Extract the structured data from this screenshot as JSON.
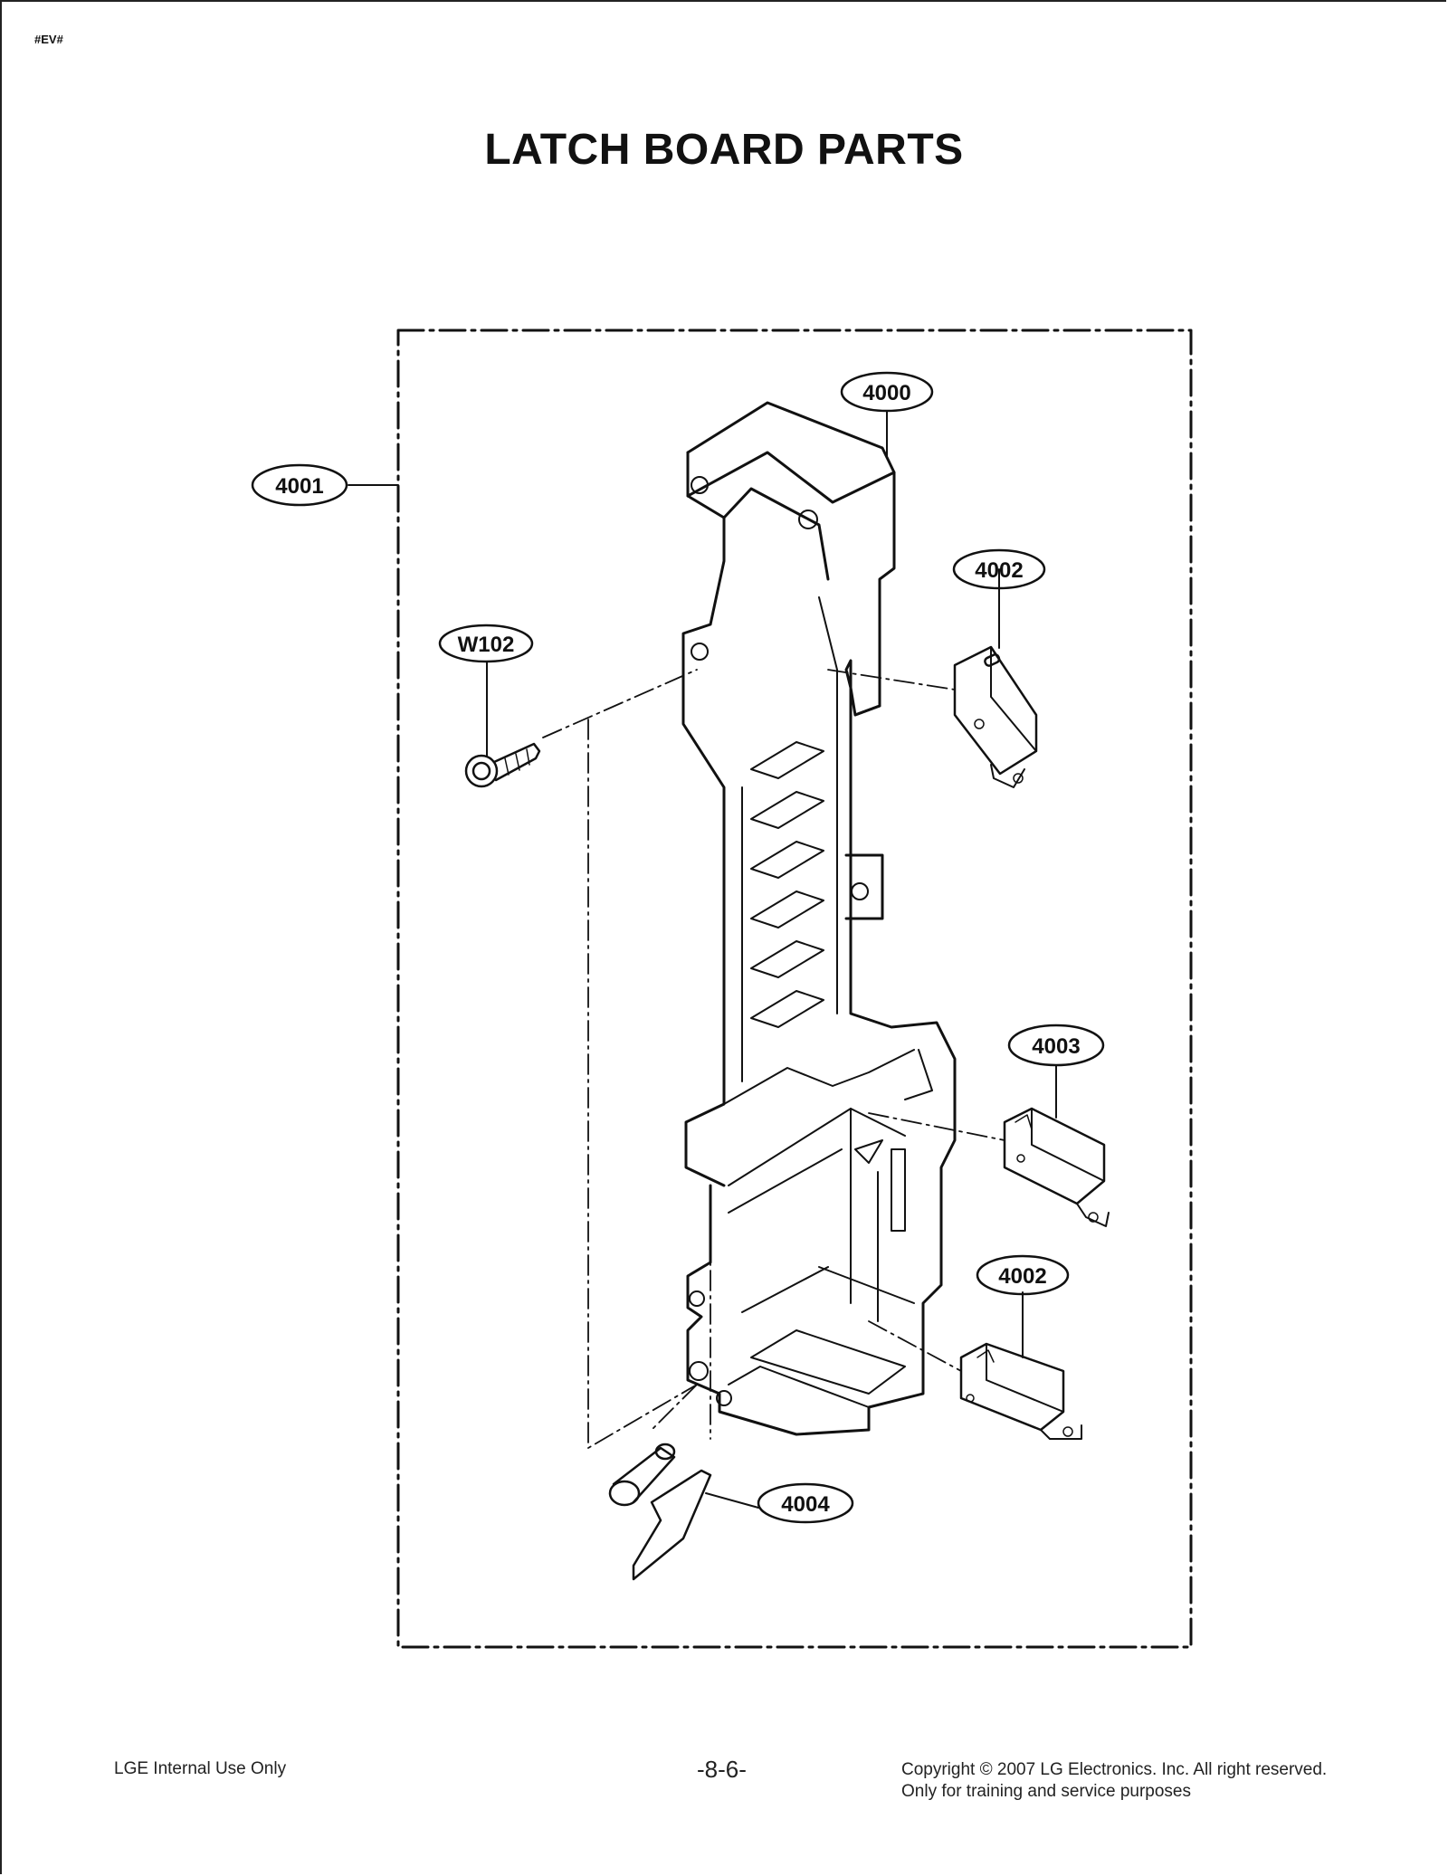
{
  "header": {
    "doc_code": "#EV#",
    "title": "LATCH BOARD PARTS"
  },
  "callouts": {
    "c4000": "4000",
    "c4001": "4001",
    "c4002_top": "4002",
    "w102": "W102",
    "c4003": "4003",
    "c4002_bottom": "4002",
    "c4004": "4004"
  },
  "footer": {
    "left": "LGE Internal Use Only",
    "center": "-8-6-",
    "right_line1": "Copyright © 2007 LG Electronics. Inc. All right reserved.",
    "right_line2": "Only for training and service purposes"
  }
}
